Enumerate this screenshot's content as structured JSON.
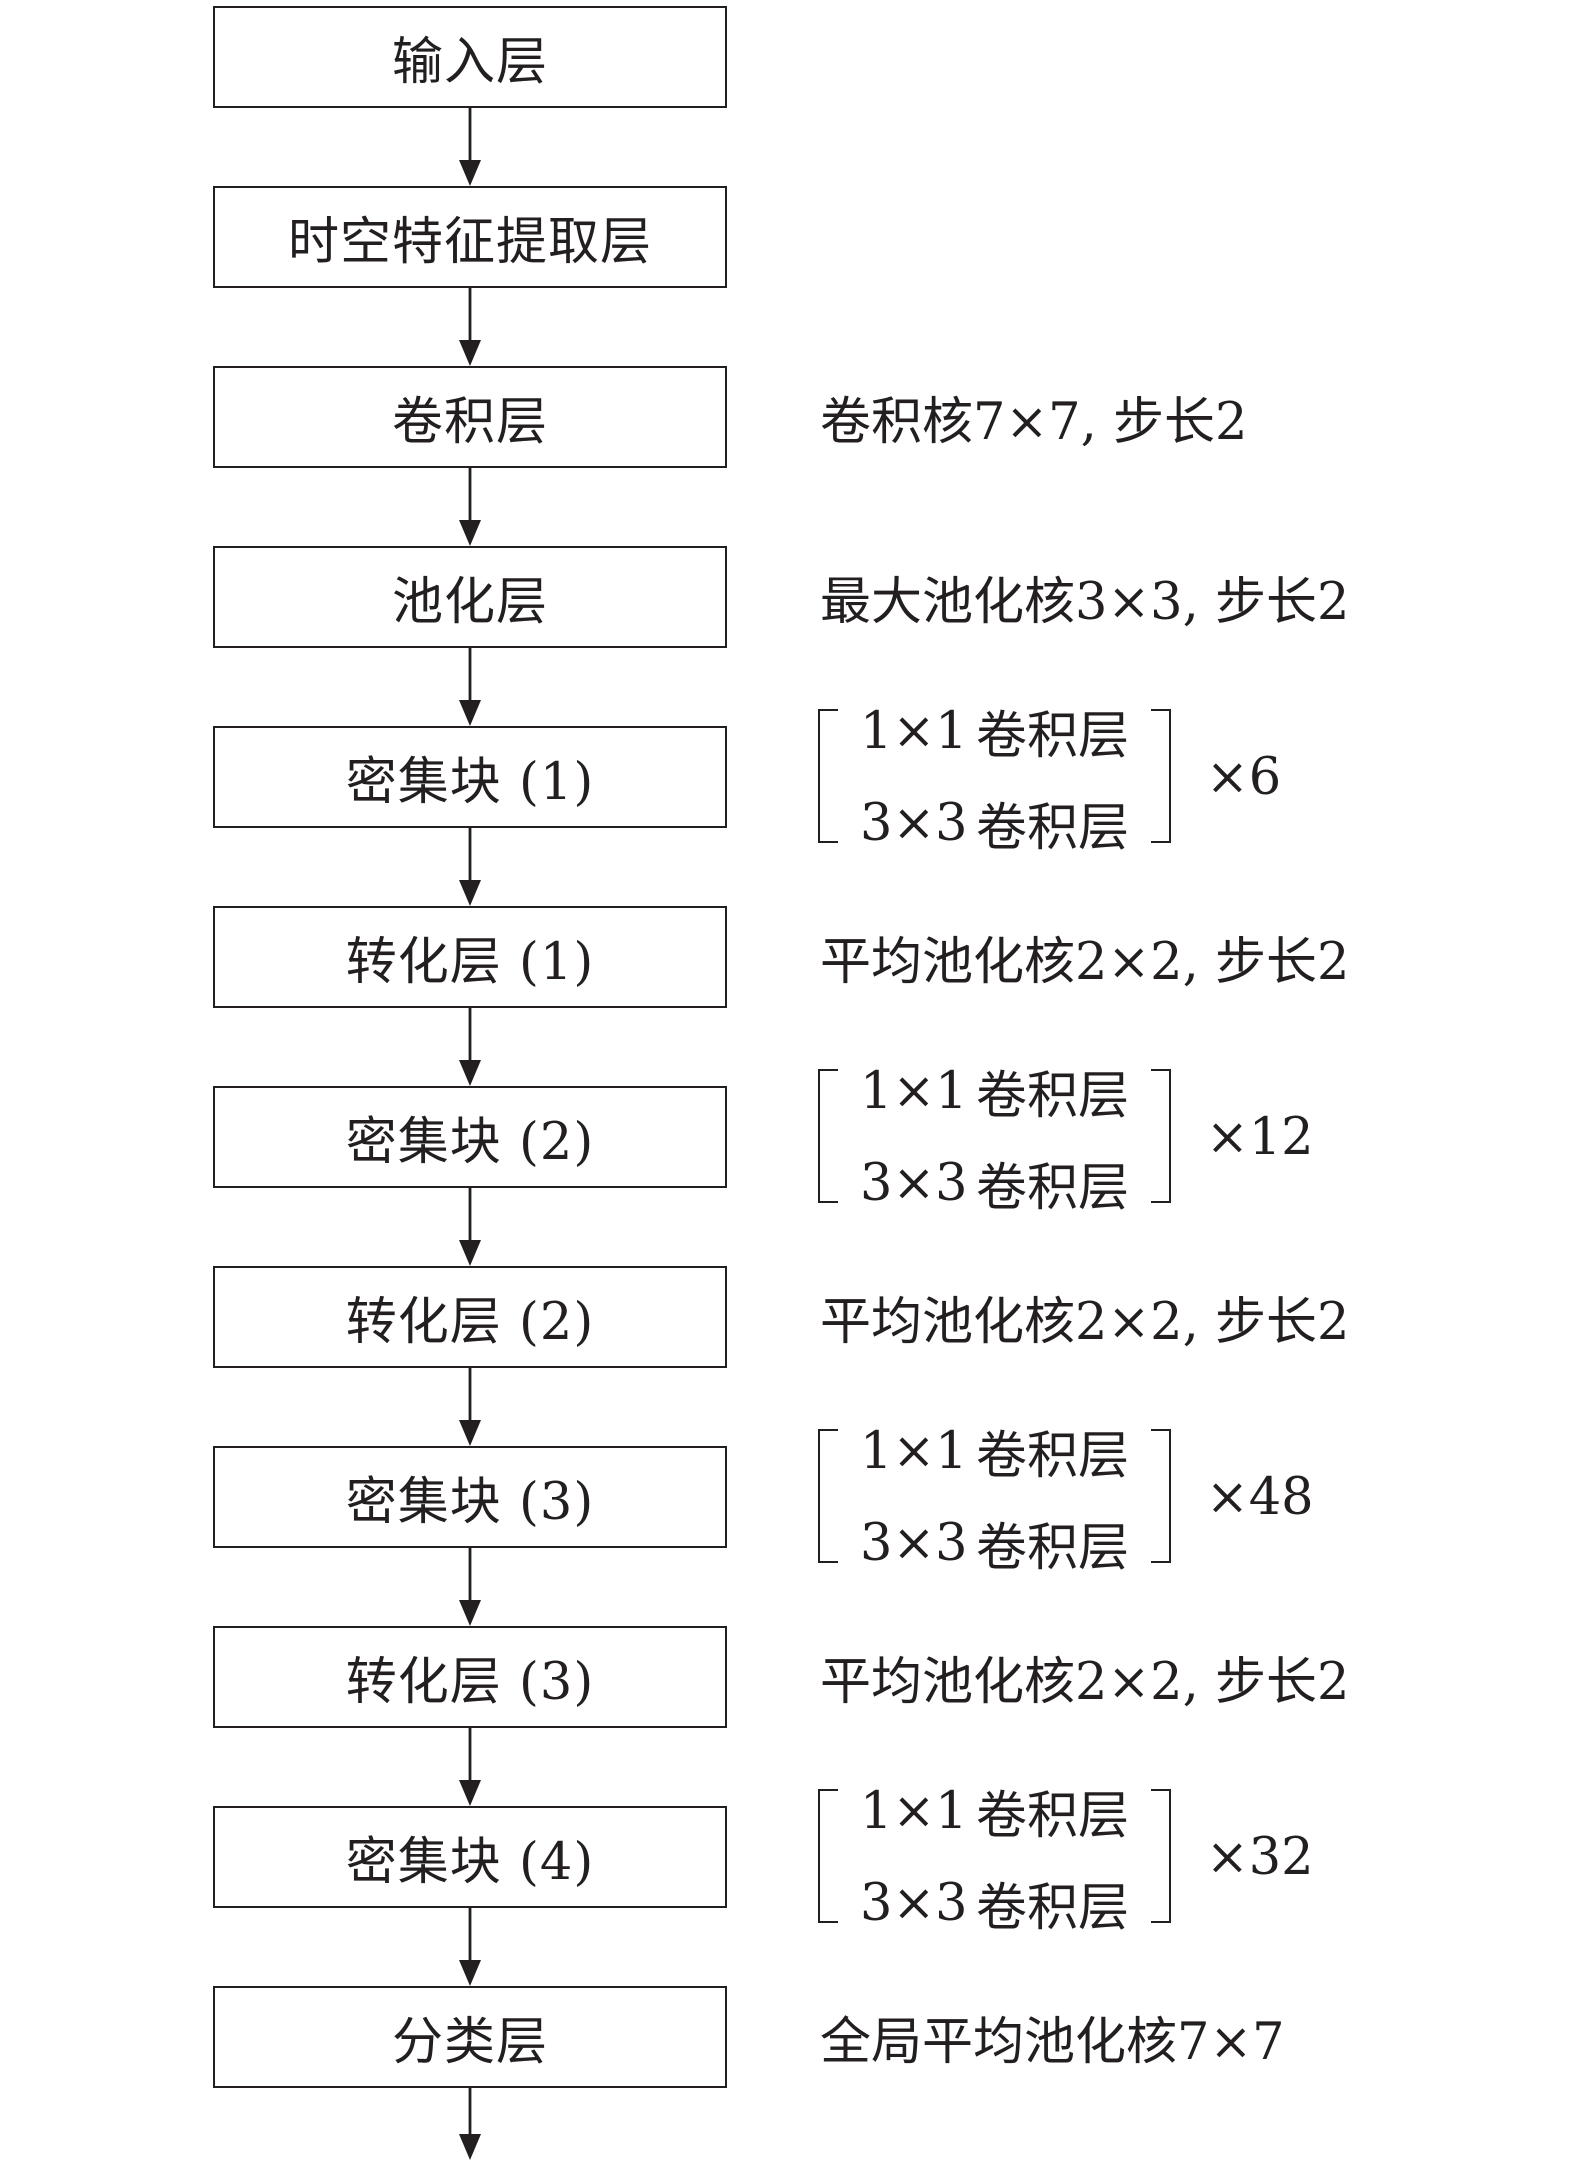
{
  "layers": [
    {
      "label": "输入层",
      "note": ""
    },
    {
      "label": "时空特征提取层",
      "note": ""
    },
    {
      "label": "卷积层",
      "note": "卷积核7×7, 步长2"
    },
    {
      "label": "池化层",
      "note": "最大池化核3×3, 步长2"
    },
    {
      "label": "密集块 (1)",
      "dense": {
        "row1_kernel": "1×1",
        "row1_layer": "卷积层",
        "row2_kernel": "3×3",
        "row2_layer": "卷积层",
        "repeat": "×6"
      }
    },
    {
      "label": "转化层 (1)",
      "note": "平均池化核2×2, 步长2"
    },
    {
      "label": "密集块 (2)",
      "dense": {
        "row1_kernel": "1×1",
        "row1_layer": "卷积层",
        "row2_kernel": "3×3",
        "row2_layer": "卷积层",
        "repeat": "×12"
      }
    },
    {
      "label": "转化层 (2)",
      "note": "平均池化核2×2, 步长2"
    },
    {
      "label": "密集块 (3)",
      "dense": {
        "row1_kernel": "1×1",
        "row1_layer": "卷积层",
        "row2_kernel": "3×3",
        "row2_layer": "卷积层",
        "repeat": "×48"
      }
    },
    {
      "label": "转化层 (3)",
      "note": "平均池化核2×2, 步长2"
    },
    {
      "label": "密集块 (4)",
      "dense": {
        "row1_kernel": "1×1",
        "row1_layer": "卷积层",
        "row2_kernel": "3×3",
        "row2_layer": "卷积层",
        "repeat": "×32"
      }
    },
    {
      "label": "分类层",
      "note": "全局平均池化核7×7"
    }
  ],
  "colors": {
    "line": "#231f20",
    "background": "#ffffff"
  }
}
